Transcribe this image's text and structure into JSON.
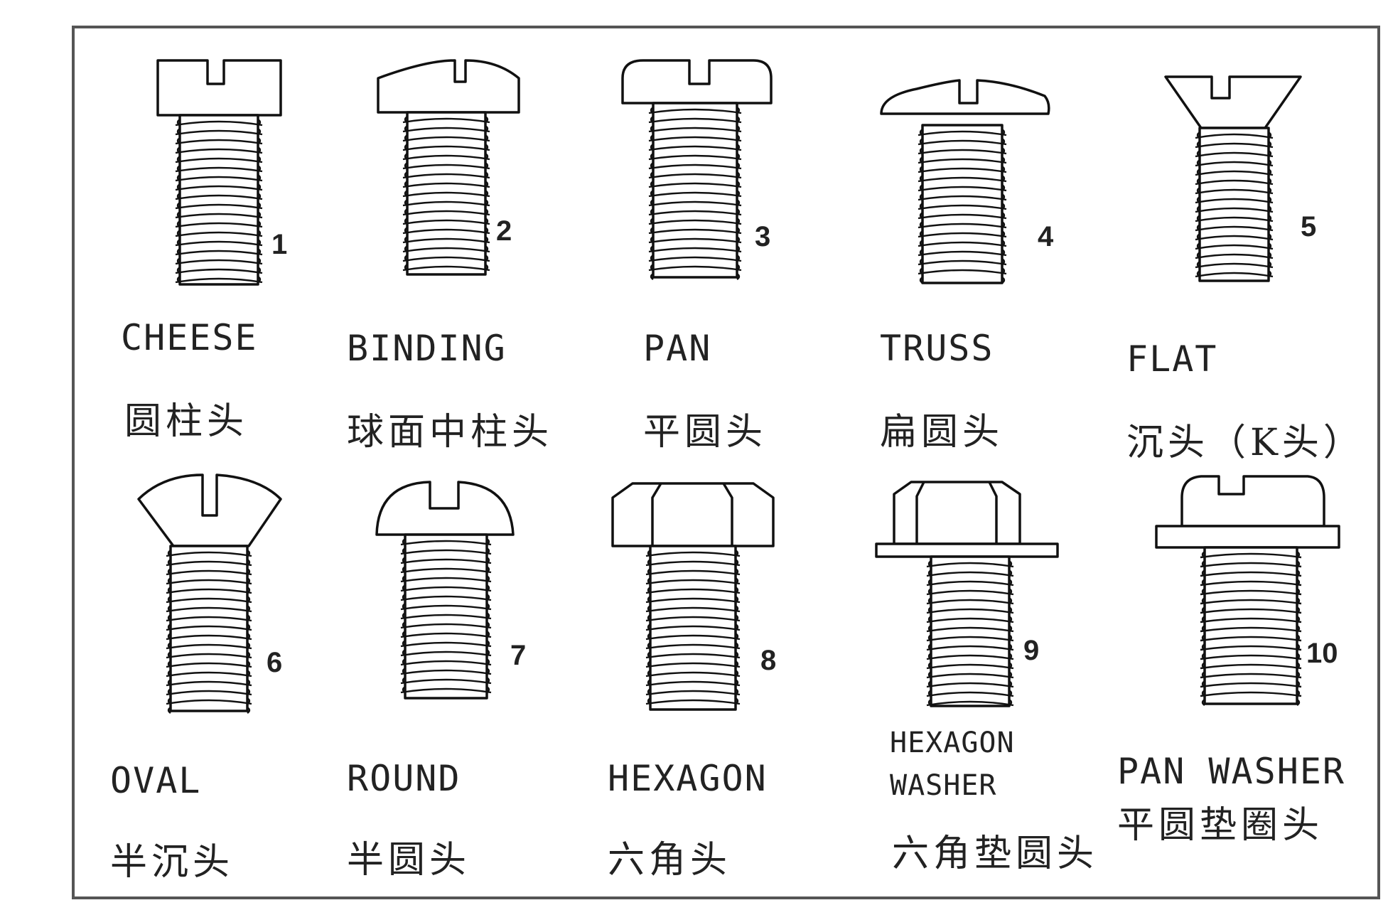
{
  "screws": [
    {
      "number": "1",
      "name_en": "CHEESE",
      "name_zh": "圆柱头"
    },
    {
      "number": "2",
      "name_en": "BINDING",
      "name_zh": "球面中柱头"
    },
    {
      "number": "3",
      "name_en": "PAN",
      "name_zh": "平圆头"
    },
    {
      "number": "4",
      "name_en": "TRUSS",
      "name_zh": "扁圆头"
    },
    {
      "number": "5",
      "name_en": "FLAT",
      "name_zh": "沉头（K头）"
    },
    {
      "number": "6",
      "name_en": "OVAL",
      "name_zh": "半沉头"
    },
    {
      "number": "7",
      "name_en": "ROUND",
      "name_zh": "半圆头"
    },
    {
      "number": "8",
      "name_en": "HEXAGON",
      "name_zh": "六角头"
    },
    {
      "number": "9",
      "name_en_line1": "HEXAGON",
      "name_en_line2": "WASHER",
      "name_zh": "六角垫圆头"
    },
    {
      "number": "10",
      "name_en": "PAN  WASHER",
      "name_zh": "平圆垫圈头"
    }
  ]
}
